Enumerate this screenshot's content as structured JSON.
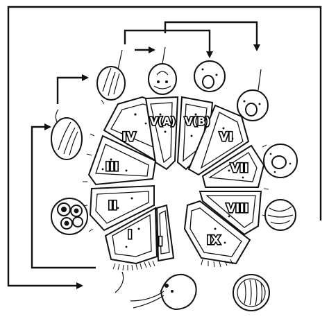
{
  "diagram": {
    "segment_labels": [
      "IV",
      "V(A)",
      "V(B)",
      "VI",
      "III",
      "VII",
      "II",
      "VIII",
      "I",
      "I",
      "IX"
    ]
  }
}
